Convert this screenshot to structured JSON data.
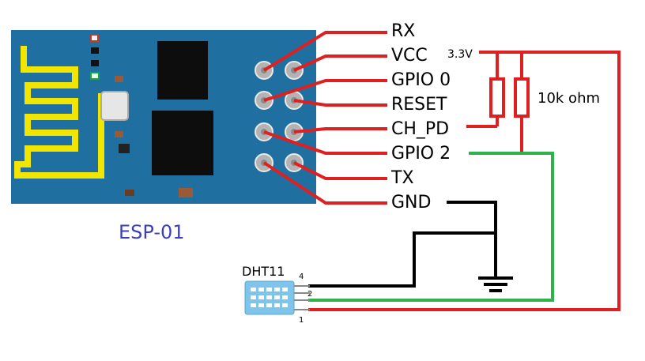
{
  "board": {
    "name": "ESP-01",
    "pins": [
      "RX",
      "VCC",
      "GPIO 0",
      "RESET",
      "CH_PD",
      "GPIO 2",
      "TX",
      "GND"
    ]
  },
  "power": {
    "label": "3.3V"
  },
  "resistors": {
    "label": "10k ohm"
  },
  "sensor": {
    "name": "DHT11",
    "pin_numbers": [
      "4",
      "2",
      "1"
    ]
  },
  "colors": {
    "board": "#1f6fa0",
    "antenna": "#f2e600",
    "wire_power": "#e02020",
    "wire_data": "#2db34a",
    "wire_ground": "#000000",
    "sensor_body": "#7fc4ea",
    "label_board": "#3b3fbf"
  }
}
